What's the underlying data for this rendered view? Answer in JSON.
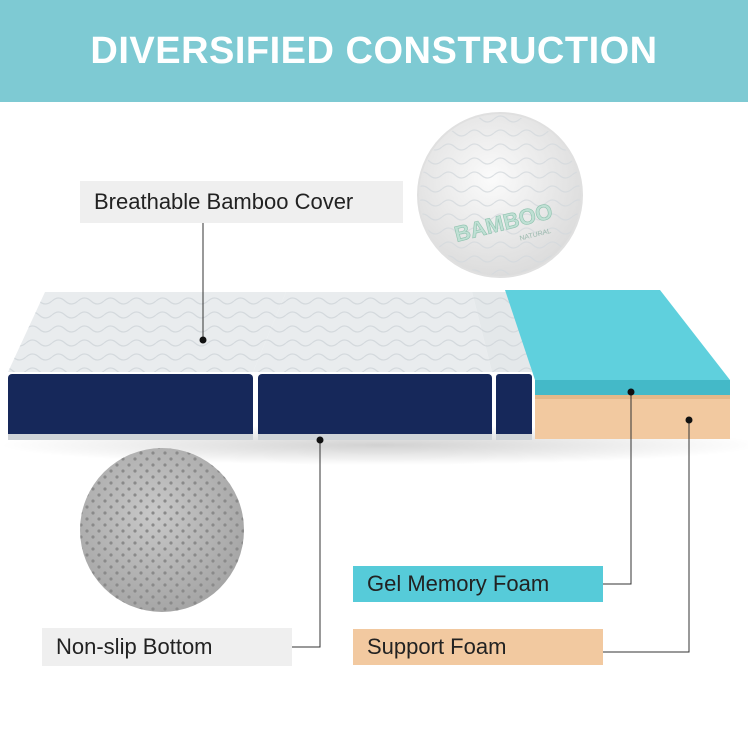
{
  "header": {
    "title": "DIVERSIFIED CONSTRUCTION"
  },
  "colors": {
    "header_bg": "#7ecad3",
    "gel_foam": "#56cbd9",
    "support_foam": "#f2c9a0",
    "cover_navy": "#16285a",
    "label_gray": "#efefef"
  },
  "labels": {
    "cover": "Breathable Bamboo Cover",
    "bottom": "Non-slip Bottom",
    "gel": "Gel Memory Foam",
    "support": "Support Foam"
  },
  "bamboo_logo": {
    "brand": "BAMBOO",
    "sub": "NATURAL"
  }
}
